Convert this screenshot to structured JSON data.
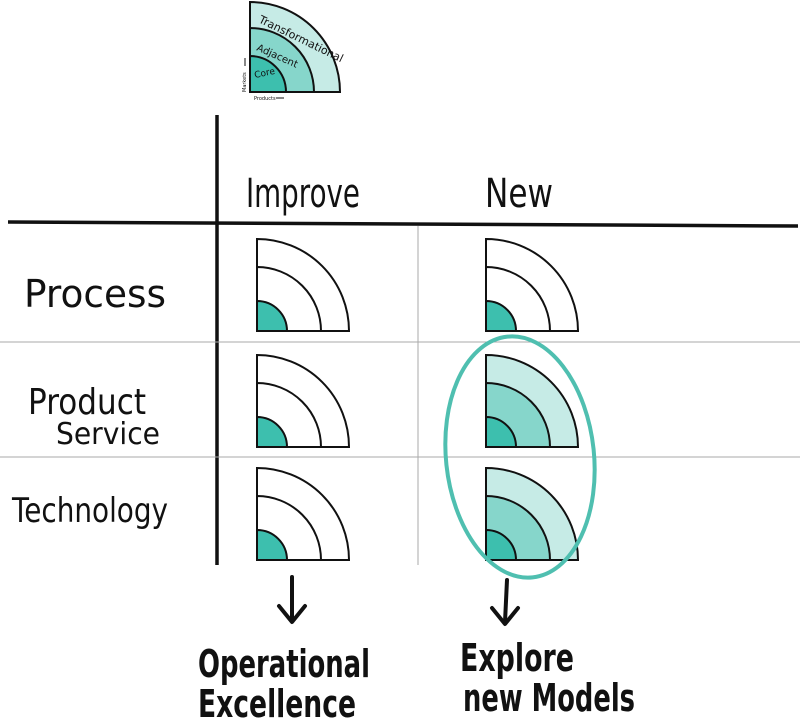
{
  "legend": {
    "rings": [
      "Core",
      "Adjacent",
      "Transformational"
    ],
    "y_axis_label": "Markets",
    "x_axis_label": "Products"
  },
  "columns": [
    "Improve",
    "New"
  ],
  "rows": [
    {
      "label": "Process"
    },
    {
      "label": "Product",
      "label_line2": "Service"
    },
    {
      "label": "Technology"
    }
  ],
  "cell_fill": {
    "Improve": [
      "Core",
      "Core",
      "Core"
    ],
    "New": [
      "Core",
      "Transformational",
      "Transformational"
    ]
  },
  "outcomes": {
    "improve": {
      "line1": "Operational",
      "line2": "Excellence"
    },
    "new": {
      "line1": "Explore",
      "line2": "new Models"
    }
  },
  "colors": {
    "core": "#3dbfae",
    "adjacent": "#86d6cb",
    "transformational": "#c6ebe6",
    "highlight": "#4fbfb0",
    "ink": "#111111"
  }
}
